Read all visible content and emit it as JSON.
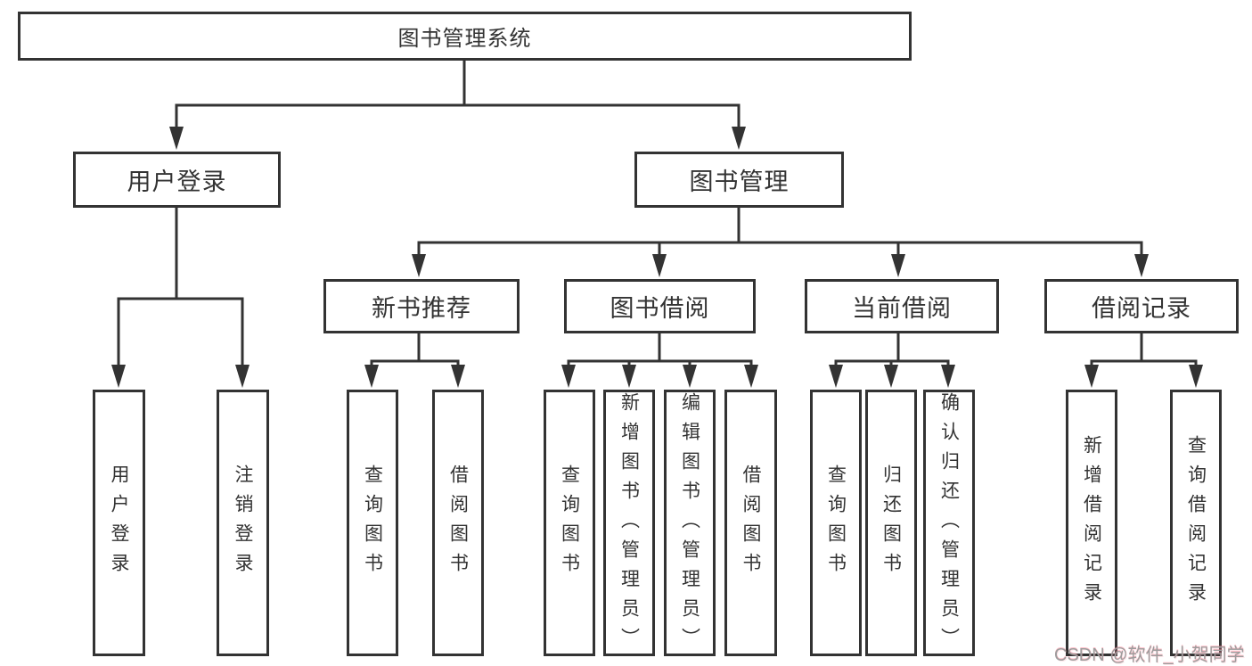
{
  "diagram": {
    "type": "hierarchy-tree",
    "tree": {
      "label": "图书管理系统",
      "children": [
        {
          "label": "用户登录",
          "children": [
            {
              "label": "用户登录"
            },
            {
              "label": "注销登录"
            }
          ]
        },
        {
          "label": "图书管理",
          "children": [
            {
              "label": "新书推荐",
              "children": [
                {
                  "label": "查询图书"
                },
                {
                  "label": "借阅图书"
                }
              ]
            },
            {
              "label": "图书借阅",
              "children": [
                {
                  "label": "查询图书"
                },
                {
                  "label": "新增图书（管理员）"
                },
                {
                  "label": "编辑图书（管理员）"
                },
                {
                  "label": "借阅图书"
                }
              ]
            },
            {
              "label": "当前借阅",
              "children": [
                {
                  "label": "查询图书"
                },
                {
                  "label": "归还图书"
                },
                {
                  "label": "确认归还（管理员）"
                }
              ]
            },
            {
              "label": "借阅记录",
              "children": [
                {
                  "label": "新增借阅记录"
                },
                {
                  "label": "查询借阅记录"
                }
              ]
            }
          ]
        }
      ]
    }
  },
  "watermark": {
    "text": "CSDN @软件_小贺同学"
  },
  "colors": {
    "line": "#333333",
    "box_border": "#333333",
    "box_fill": "#ffffff",
    "text": "#333333",
    "watermark": "#9d9d9d"
  }
}
